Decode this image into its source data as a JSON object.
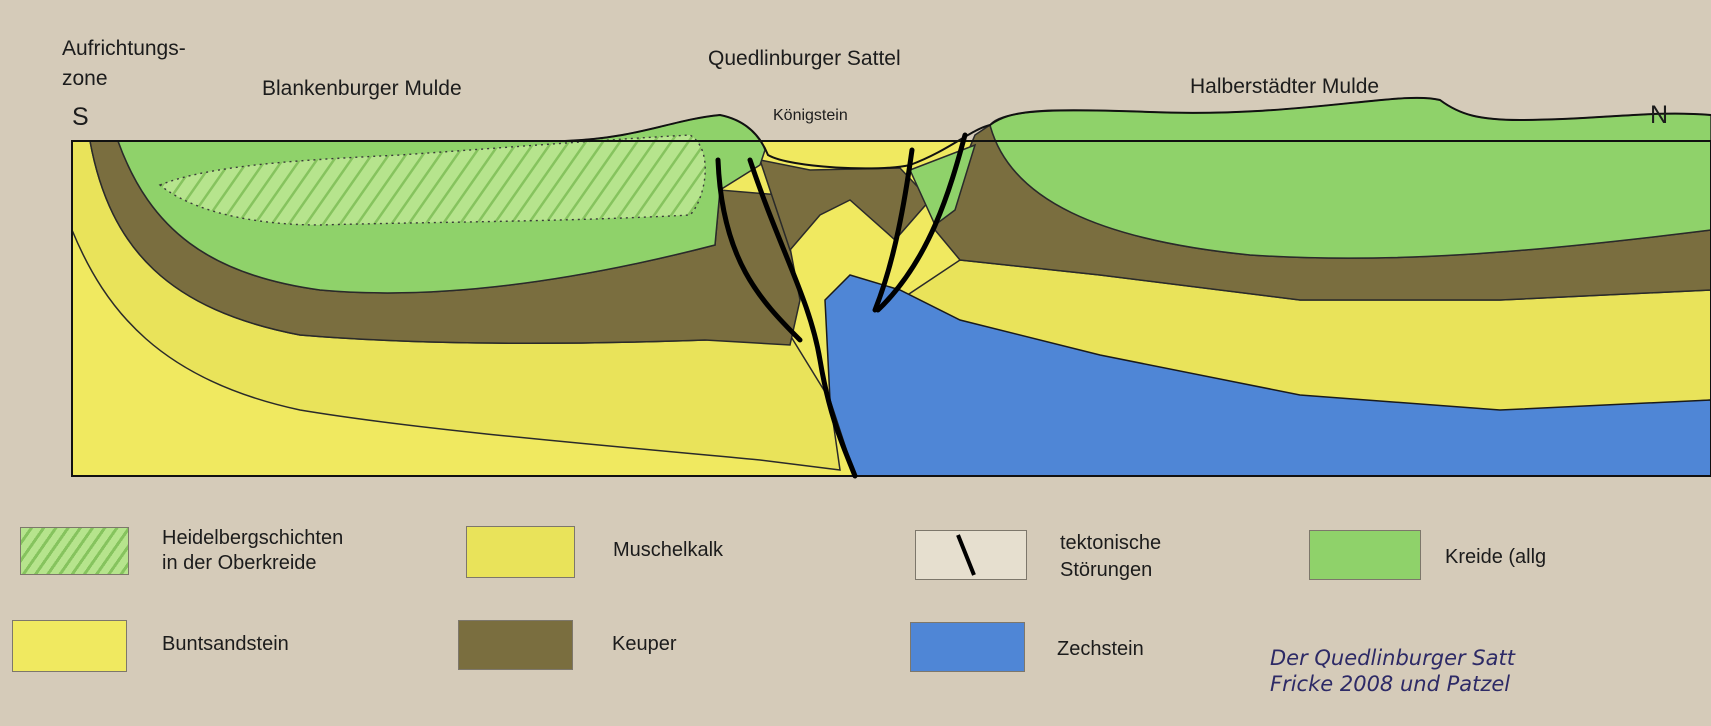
{
  "diagram": {
    "labels": {
      "aufrichtungszone_line1": "Aufrichtungs-",
      "aufrichtungszone_line2": "zone",
      "south": "S",
      "north": "N",
      "blankenburger": "Blankenburger Mulde",
      "quedlinburger": "Quedlinburger Sattel",
      "koenigstein": "Königstein",
      "halberstaedter": "Halberstädter Mulde"
    },
    "colors": {
      "background": "#d5cbb9",
      "kreide": "#8fd26a",
      "heidelberg_hatch": "#b6e48d",
      "keuper": "#7a6e3f",
      "muschelkalk": "#e9e35a",
      "buntsandstein": "#f0e960",
      "zechstein": "#4f86d6",
      "fault": "#000000",
      "caption": "#2d2a66"
    }
  },
  "legend": [
    {
      "id": "heidelberg",
      "label_line1": "Heidelbergschichten",
      "label_line2": "in der Oberkreide"
    },
    {
      "id": "muschelkalk",
      "label_line1": "Muschelkalk",
      "label_line2": ""
    },
    {
      "id": "stoerungen",
      "label_line1": "tektonische",
      "label_line2": "Störungen"
    },
    {
      "id": "kreide",
      "label_line1": "Kreide (allg",
      "label_line2": ""
    },
    {
      "id": "buntsandstein",
      "label_line1": "Buntsandstein",
      "label_line2": ""
    },
    {
      "id": "keuper",
      "label_line1": "Keuper",
      "label_line2": ""
    },
    {
      "id": "zechstein",
      "label_line1": "Zechstein",
      "label_line2": ""
    }
  ],
  "caption": {
    "line1": "Der Quedlinburger Satt",
    "line2": "Fricke 2008 und Patzel"
  }
}
